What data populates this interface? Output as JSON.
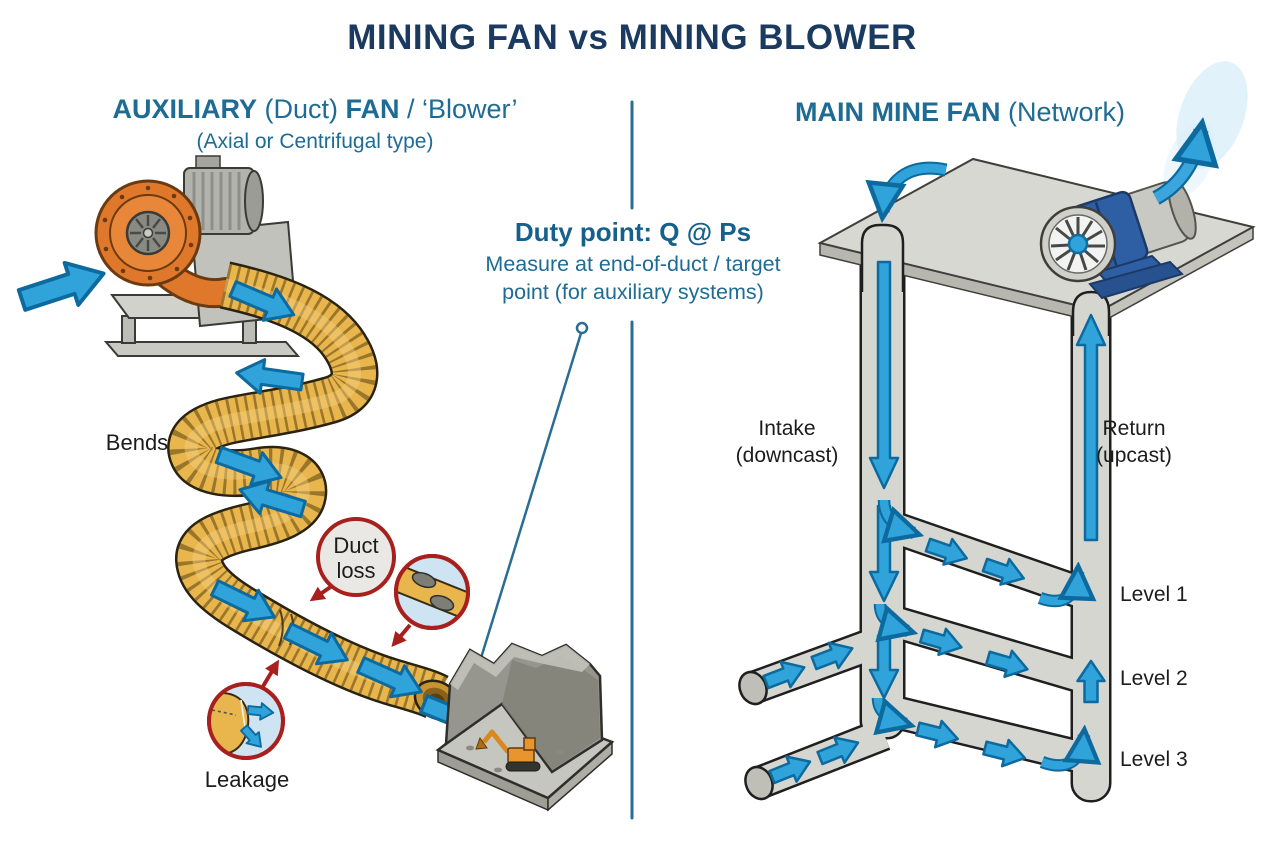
{
  "title": "MINING FAN vs MINING BLOWER",
  "left": {
    "header_bold1": "AUXILIARY",
    "header_reg1": " (Duct) ",
    "header_bold2": "FAN",
    "header_reg2": " / ‘Blower’",
    "subheader": "(Axial or Centrifugal type)",
    "labels": {
      "bends": "Bends",
      "duct_loss_line1": "Duct",
      "duct_loss_line2": "loss",
      "leakage": "Leakage"
    }
  },
  "center": {
    "duty_title": "Duty point: Q @ Ps",
    "duty_line1": "Measure at end-of-duct / target",
    "duty_line2": "point (for auxiliary systems)"
  },
  "right": {
    "header_bold": "MAIN MINE FAN",
    "header_reg": " (Network)",
    "labels": {
      "intake_line1": "Intake",
      "intake_line2": "(downcast)",
      "return_line1": "Return",
      "return_line2": "(upcast)",
      "level1": "Level 1",
      "level2": "Level 2",
      "level3": "Level 3"
    }
  },
  "colors": {
    "title_navy": "#1b3a5f",
    "heading_teal": "#1e6b94",
    "airflow_blue": "#2fa3da",
    "airflow_blue_dark": "#0d6a9e",
    "duct_yellow": "#e9b64e",
    "fan_orange": "#e0782c",
    "annotation_red": "#a8201d",
    "rock_gray": "#96968e",
    "tunnel_gray": "#d6d6d1"
  }
}
